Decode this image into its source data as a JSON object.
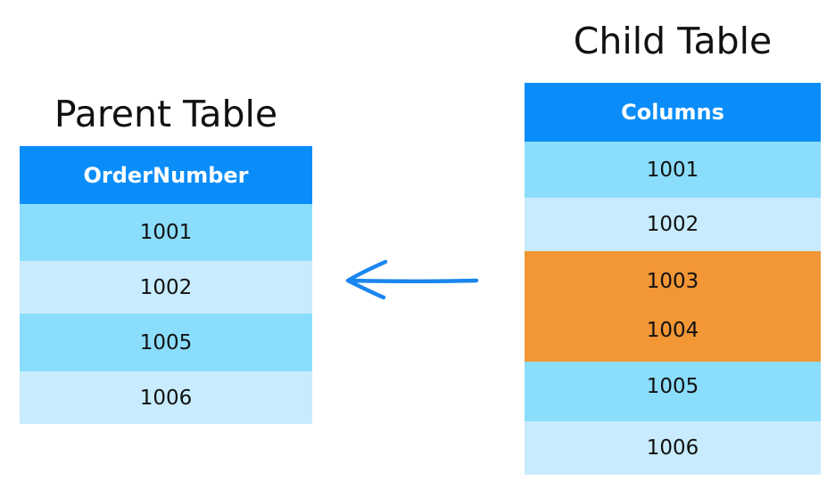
{
  "parent": {
    "title": "Parent Table",
    "header": "OrderNumber",
    "rows": [
      "1001",
      "1002",
      "1005",
      "1006"
    ]
  },
  "child": {
    "title": "Child Table",
    "header": "Columns",
    "rows": [
      "1001",
      "1002",
      "1003",
      "1004",
      "1005",
      "1006"
    ]
  },
  "colors": {
    "header": "#0a8df9",
    "row_dark": "#8bddfc",
    "row_light": "#c8ecfd",
    "highlight": "#f39635",
    "arrow": "#1a86ef"
  },
  "arrow": {
    "icon": "left-arrow-icon"
  }
}
